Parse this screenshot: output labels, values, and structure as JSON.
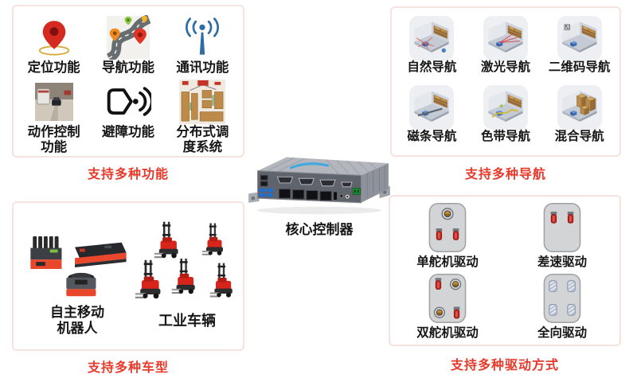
{
  "center_unit": {
    "label": "核心控制器"
  },
  "panels": {
    "functions": {
      "caption": "支持多种功能",
      "items": [
        {
          "label": "定位功能",
          "icon": "location-pin"
        },
        {
          "label": "导航功能",
          "icon": "route-map"
        },
        {
          "label": "通讯功能",
          "icon": "antenna"
        },
        {
          "label": "动作控制\n功能",
          "icon": "motion-photo"
        },
        {
          "label": "避障功能",
          "icon": "obstacle-sensor"
        },
        {
          "label": "分布式调\n度系统",
          "icon": "warehouse-map"
        }
      ]
    },
    "navigation": {
      "caption": "支持多种导航",
      "items": [
        {
          "label": "自然导航",
          "icon": "room-natural"
        },
        {
          "label": "激光导航",
          "icon": "room-laser"
        },
        {
          "label": "二维码导航",
          "icon": "room-qrcode"
        },
        {
          "label": "磁条导航",
          "icon": "room-magnetic"
        },
        {
          "label": "色带导航",
          "icon": "room-colorband"
        },
        {
          "label": "混合导航",
          "icon": "room-mixed"
        }
      ]
    },
    "vehicles": {
      "caption": "支持多种车型",
      "items": [
        {
          "label": "自主移动\n机器人",
          "icon": "agv-robots"
        },
        {
          "label": "工业车辆",
          "icon": "forklifts"
        }
      ]
    },
    "drives": {
      "caption": "支持多种驱动方式",
      "items": [
        {
          "label": "单舵机驱动",
          "icon": "single-steer"
        },
        {
          "label": "差速驱动",
          "icon": "differential"
        },
        {
          "label": "双舵机驱动",
          "icon": "dual-steer"
        },
        {
          "label": "全向驱动",
          "icon": "omnidirectional"
        }
      ]
    }
  },
  "colors": {
    "caption_red": "#e8392b",
    "panel_border": "#f6e2df",
    "label_black": "#161616",
    "accent_red": "#d8251c",
    "accent_blue": "#2e6da4"
  }
}
